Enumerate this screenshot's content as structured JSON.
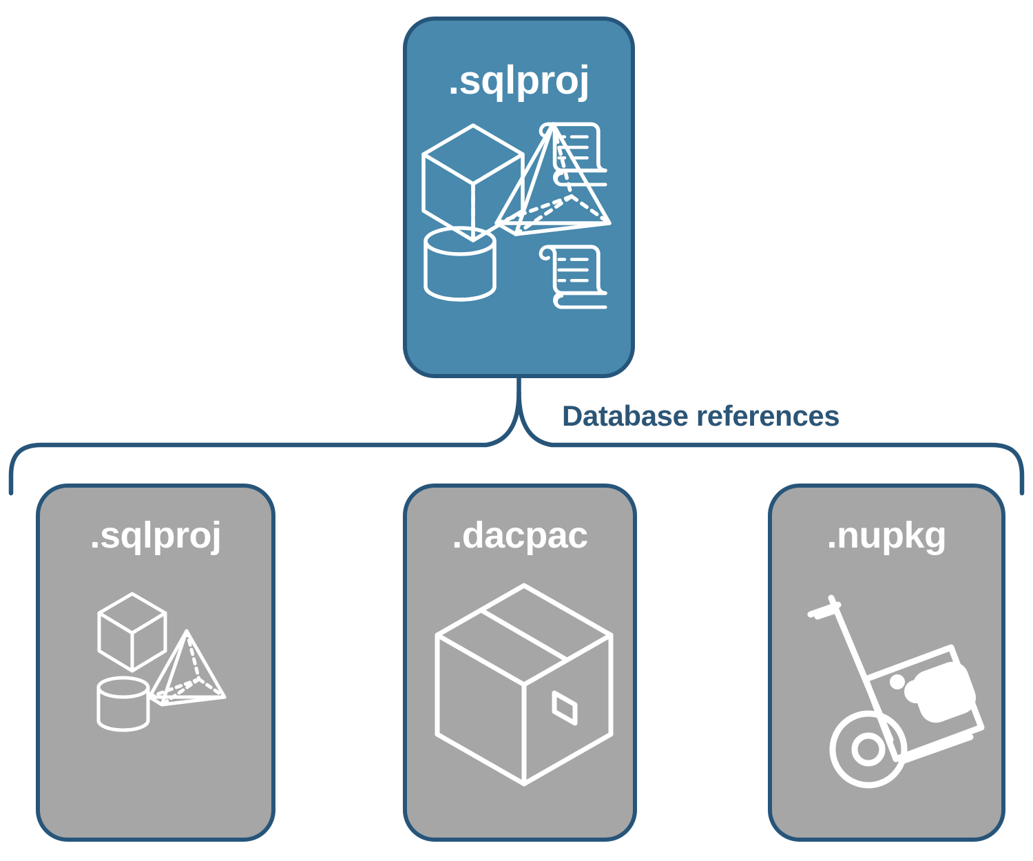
{
  "diagram": {
    "type": "hierarchy-tree",
    "title_text": "Database references",
    "colors": {
      "primary_card_fill": "#4889AD",
      "secondary_card_fill": "#A6A6A6",
      "card_border": "#27557A",
      "label_text": "#2C5576",
      "icon_stroke": "#FFFFFF",
      "background": "#FFFFFF"
    },
    "root": {
      "label": ".sqlproj",
      "fill_role": "primary",
      "icons": [
        "cube-icon",
        "scroll-icon",
        "pyramid-icon",
        "cylinder-icon",
        "scroll-icon"
      ]
    },
    "connector": {
      "kind": "curly-brace",
      "label": "Database references",
      "label_position": "right-of-brace-tip",
      "branches": 3
    },
    "children": [
      {
        "label": ".sqlproj",
        "fill_role": "secondary",
        "icons": [
          "cube-icon",
          "pyramid-icon",
          "cylinder-icon"
        ]
      },
      {
        "label": ".dacpac",
        "fill_role": "secondary",
        "icons": [
          "package-box-icon"
        ]
      },
      {
        "label": ".nupkg",
        "fill_role": "secondary",
        "icons": [
          "hand-truck-icon",
          "nuget-package-icon"
        ]
      }
    ]
  }
}
